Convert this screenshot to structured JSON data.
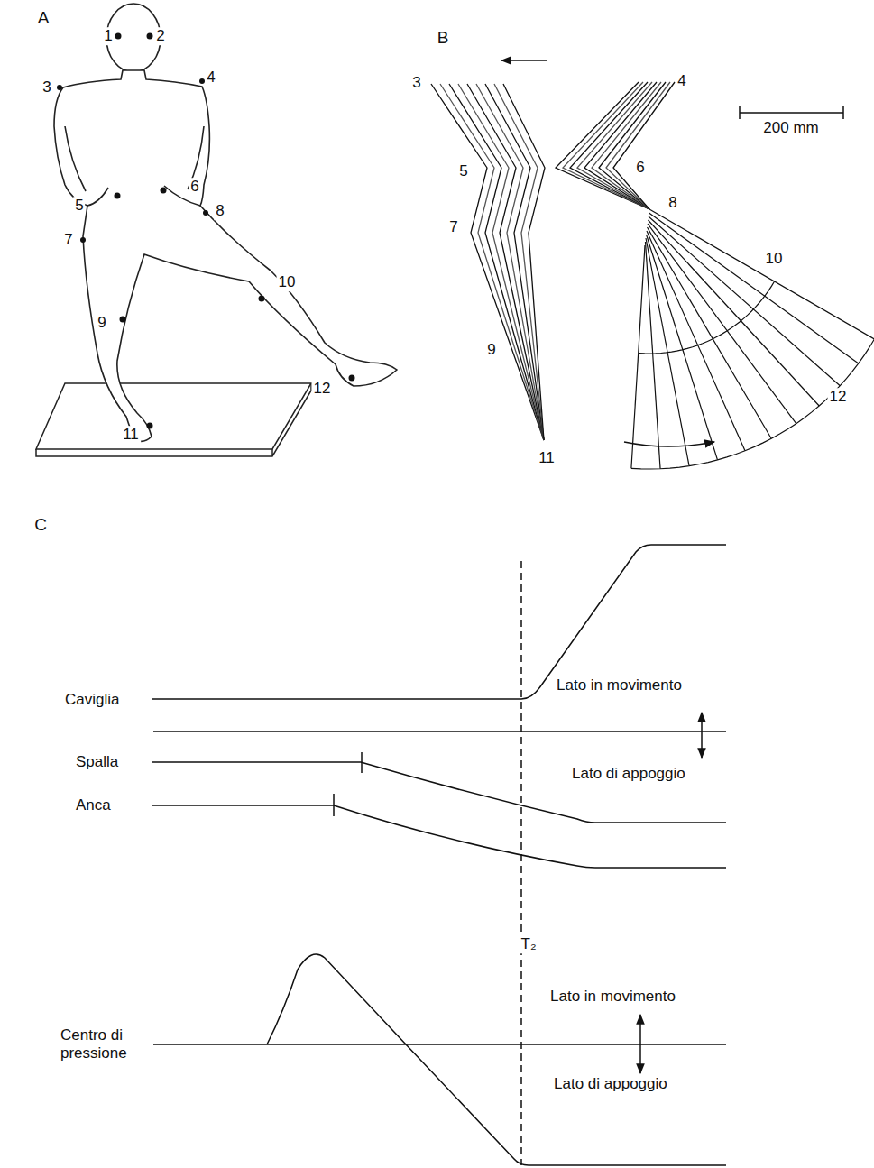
{
  "diagram": {
    "labels": [
      "A",
      "1",
      "2",
      "3",
      "4",
      "5",
      "6",
      "7",
      "8",
      "9",
      "10",
      "11",
      "12",
      "B",
      "3",
      "4",
      "200 mm",
      "5",
      "6",
      "7",
      "8",
      "10",
      "9",
      "12",
      "11",
      "C",
      "Caviglia",
      "Lato in movimento",
      "Spalla",
      "Lato di appoggio",
      "Anca",
      "T₂",
      "Lato in movimento",
      "Centro di pressione",
      "Lato di appoggio"
    ]
  }
}
